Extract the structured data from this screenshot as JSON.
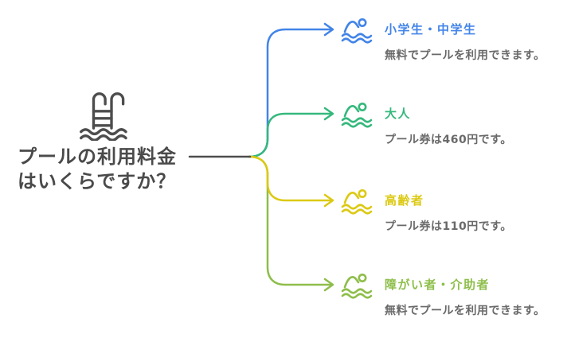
{
  "colors": {
    "dark": "#4d4d4d",
    "title_text": "#4a4a4a",
    "desc_text": "#696969",
    "blue": "#4284e8",
    "green": "#35b87c",
    "yellow": "#dcc912",
    "lime": "#8ebe4a"
  },
  "root": {
    "icon": "pool-ladder-icon",
    "question": "プールの利用料金\nはいくらですか？"
  },
  "branches": [
    {
      "icon": "swimmer-icon",
      "color": "#4284e8",
      "title": "小学生・中学生",
      "description": "無料でプールを利用できます。"
    },
    {
      "icon": "swimmer-icon",
      "color": "#35b87c",
      "title": "大人",
      "description": "プール券は460円です。"
    },
    {
      "icon": "swimmer-icon",
      "color": "#dcc912",
      "title": "高齢者",
      "description": "プール券は110円です。"
    },
    {
      "icon": "swimmer-icon",
      "color": "#8ebe4a",
      "title": "障がい者・介助者",
      "description": "無料でプールを利用できます。"
    }
  ]
}
